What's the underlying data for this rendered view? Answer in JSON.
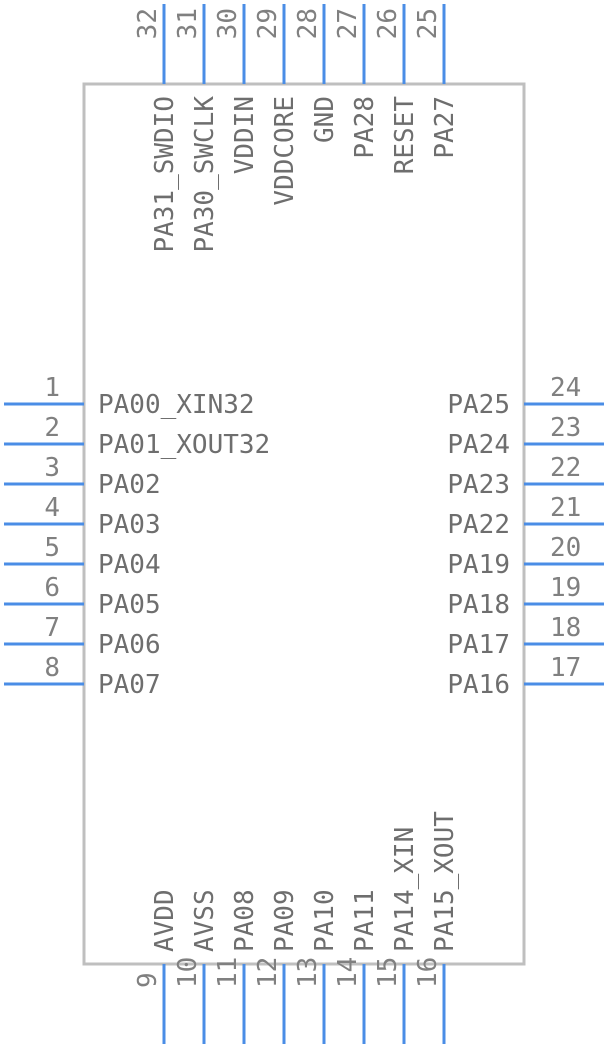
{
  "component": {
    "pins": {
      "left": [
        {
          "num": "1",
          "label": "PA00_XIN32"
        },
        {
          "num": "2",
          "label": "PA01_XOUT32"
        },
        {
          "num": "3",
          "label": "PA02"
        },
        {
          "num": "4",
          "label": "PA03"
        },
        {
          "num": "5",
          "label": "PA04"
        },
        {
          "num": "6",
          "label": "PA05"
        },
        {
          "num": "7",
          "label": "PA06"
        },
        {
          "num": "8",
          "label": "PA07"
        }
      ],
      "right": [
        {
          "num": "24",
          "label": "PA25"
        },
        {
          "num": "23",
          "label": "PA24"
        },
        {
          "num": "22",
          "label": "PA23"
        },
        {
          "num": "21",
          "label": "PA22"
        },
        {
          "num": "20",
          "label": "PA19"
        },
        {
          "num": "19",
          "label": "PA18"
        },
        {
          "num": "18",
          "label": "PA17"
        },
        {
          "num": "17",
          "label": "PA16"
        }
      ],
      "top": [
        {
          "num": "32",
          "label": "PA31_SWDIO"
        },
        {
          "num": "31",
          "label": "PA30_SWCLK"
        },
        {
          "num": "30",
          "label": "VDDIN"
        },
        {
          "num": "29",
          "label": "VDDCORE"
        },
        {
          "num": "28",
          "label": "GND"
        },
        {
          "num": "27",
          "label": "PA28"
        },
        {
          "num": "26",
          "label": "RESET"
        },
        {
          "num": "25",
          "label": "PA27"
        }
      ],
      "bottom": [
        {
          "num": "9",
          "label": "AVDD"
        },
        {
          "num": "10",
          "label": "AVSS"
        },
        {
          "num": "11",
          "label": "PA08"
        },
        {
          "num": "12",
          "label": "PA09"
        },
        {
          "num": "13",
          "label": "PA10"
        },
        {
          "num": "14",
          "label": "PA11"
        },
        {
          "num": "15",
          "label": "PA14_XIN"
        },
        {
          "num": "16",
          "label": "PA15_XOUT"
        }
      ]
    },
    "colors": {
      "pin_line": "#4a8de6",
      "body_outline": "#bfbfbf",
      "text": "#6e6e6e"
    }
  }
}
